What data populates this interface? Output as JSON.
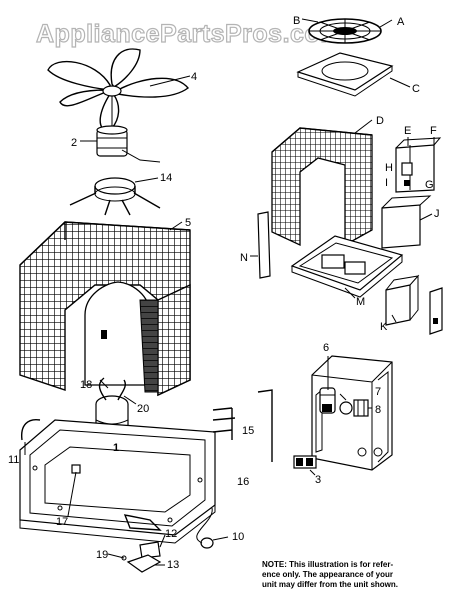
{
  "watermark": "AppliancePartsPros.com",
  "note": {
    "line1": "NOTE: This illustration is for  refer-",
    "line2": "ence only. The appearance of your",
    "line3": "unit may differ from the unit shown."
  },
  "callouts": {
    "A": "A",
    "B": "B",
    "C": "C",
    "D": "D",
    "E": "E",
    "F": "F",
    "G": "G",
    "H": "H",
    "I": "I",
    "J": "J",
    "K": "K",
    "M": "M",
    "N": "N",
    "n1": "1",
    "n2": "2",
    "n3": "3",
    "n4": "4",
    "n5": "5",
    "n6": "6",
    "n7": "7",
    "n8": "8",
    "n10": "10",
    "n11": "11",
    "n12": "12",
    "n13": "13",
    "n14": "14",
    "n15": "15",
    "n16": "16",
    "n17": "17",
    "n18": "18",
    "n19": "19",
    "n20": "20"
  },
  "colors": {
    "line": "#000000",
    "background": "#ffffff",
    "watermark_outline": "#b4b4b4"
  }
}
